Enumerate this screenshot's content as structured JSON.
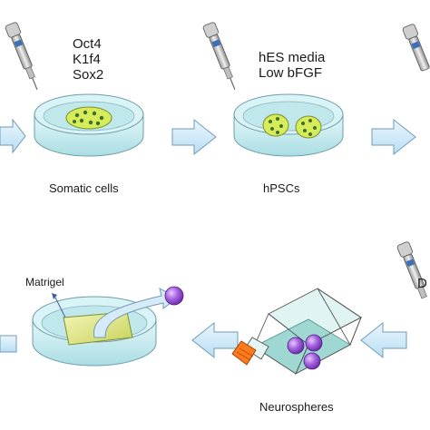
{
  "top_row": {
    "reprogramming_factors": [
      "Oct4",
      "K1f4",
      "Sox2"
    ],
    "media": [
      "hES media",
      "Low bFGF"
    ],
    "somatic_cells_label": "Somatic cells",
    "hpscs_label": "hPSCs"
  },
  "bottom_row": {
    "matrigel_label": "Matrigel",
    "neurospheres_label": "Neurospheres",
    "cropped_label_fragment": "D"
  },
  "colors": {
    "arrow_fill": "#cfe9f7",
    "arrow_stroke": "#6f9bb8",
    "dish_fill": "#c7ebef",
    "colony_fill": "#d6ec5a",
    "sphere_fill": "#9b55d6",
    "flask_fill": "#9fd8d2",
    "matrigel_fill": "#dfe58a",
    "cap_fill": "#ff7a1a"
  }
}
